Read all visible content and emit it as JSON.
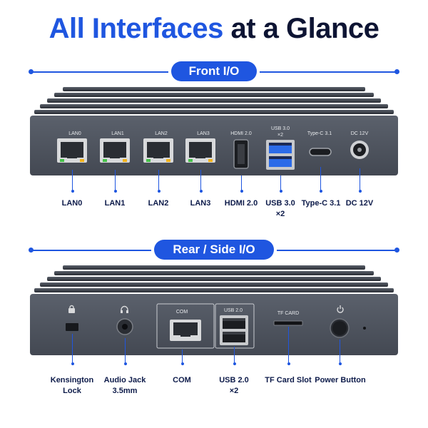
{
  "title": {
    "part1": "All Interfaces",
    "part2": "at a Glance"
  },
  "front": {
    "heading": "Front I/O",
    "silk": [
      "LAN0",
      "LAN1",
      "LAN2",
      "LAN3",
      "HDMI 2.0",
      "USB 3.0\n×2",
      "Type-C 3.1",
      "DC 12V"
    ],
    "labels": [
      "LAN0",
      "LAN1",
      "LAN2",
      "LAN3",
      "HDMI 2.0",
      "USB 3.0\n×2",
      "Type-C 3.1",
      "DC 12V"
    ]
  },
  "rear": {
    "heading": "Rear / Side I/O",
    "silk": [
      "COM",
      "USB 2.0",
      "TF CARD"
    ],
    "labels": [
      "Kensington\nLock",
      "Audio Jack\n3.5mm",
      "COM",
      "USB 2.0\n×2",
      "TF Card Slot",
      "Power Button"
    ]
  },
  "colors": {
    "accent": "#1f56e0",
    "title_dark": "#0d1433",
    "chassis": "#4a4f5a"
  },
  "icons": [
    "lock-icon",
    "headphones-icon",
    "power-icon"
  ]
}
